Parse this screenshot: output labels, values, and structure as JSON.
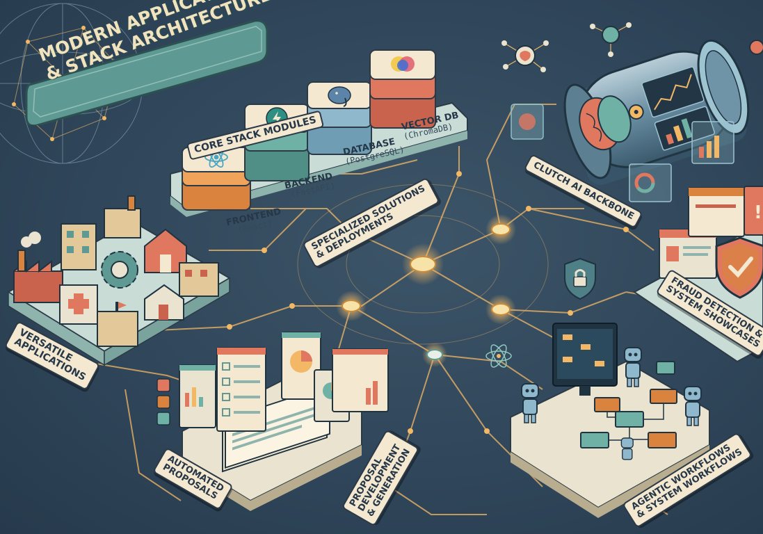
{
  "title": {
    "line1": "MODERN APPLICATIONS",
    "line2": "& STACK ARCHITECTURE"
  },
  "core_stack": {
    "heading": "CORE STACK MODULES",
    "modules": [
      {
        "name": "FRONTEND",
        "tech": "(React)",
        "color": "#f0a35a",
        "icon": "react-atom-icon"
      },
      {
        "name": "BACKEND",
        "tech": "(FastAPI)",
        "color": "#6fb1a5",
        "icon": "lightning-icon"
      },
      {
        "name": "DATABASE",
        "tech": "(PostgreSQL)",
        "color": "#8fb8cc",
        "icon": "elephant-icon"
      },
      {
        "name": "VECTOR DB",
        "tech": "(ChromaDB)",
        "color": "#e07860",
        "icon": "chroma-circles-icon"
      }
    ]
  },
  "specialized": {
    "line1": "SPECIALIZED SOLUTIONS",
    "line2": "& DEPLOYMENTS"
  },
  "backbone": {
    "label": "CLUTCH AI BACKBONE"
  },
  "versatile": {
    "line1": "VERSATILE",
    "line2": "APPLICATIONS"
  },
  "fraud": {
    "line1": "FRAUD DETECTION &",
    "line2": "SYSTEM SHOWCASES"
  },
  "automated": {
    "line1": "AUTOMATED",
    "line2": "PROPOSALS"
  },
  "proposal": {
    "line1": "PROPOSAL",
    "line2": "DEVELOPMENT",
    "line3": "& GENERATION"
  },
  "agentic": {
    "line1": "AGENTIC WORKFLOWS",
    "line2": "& SYSTEM WORKFLOWS"
  },
  "colors": {
    "background": "#2f4356",
    "circuit": "#f2b866",
    "panel": "#e9e3cf",
    "teal": "#5e9a93",
    "cream": "#f4e8d0"
  }
}
